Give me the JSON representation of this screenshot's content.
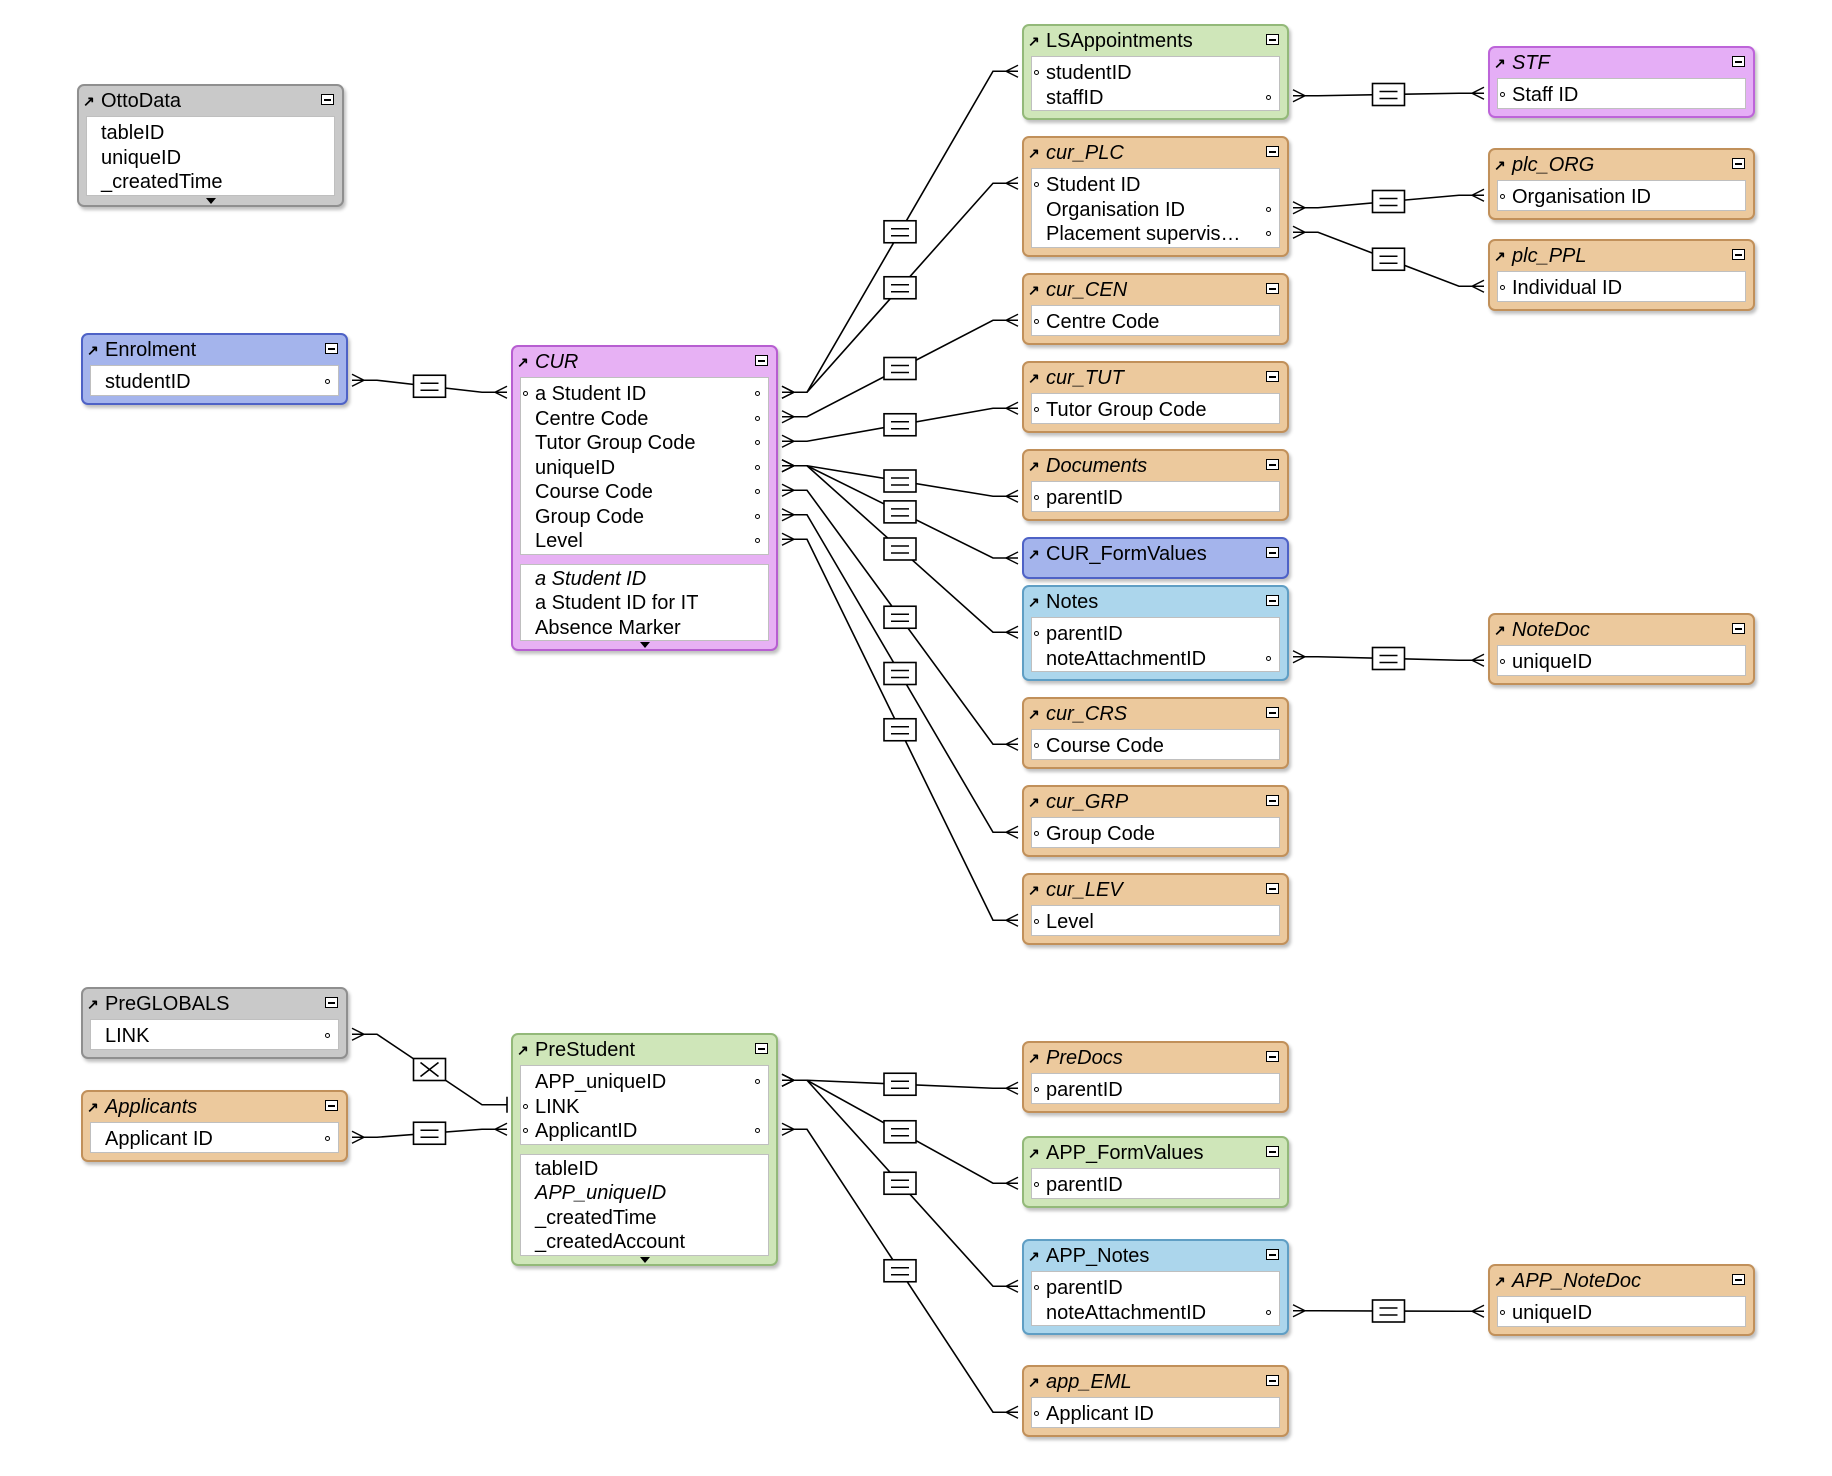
{
  "colors": {
    "gray": {
      "bg": "#c9c9c9",
      "border": "#8f8f8f"
    },
    "blue": {
      "bg": "#a4b4ec",
      "border": "#4e62c6"
    },
    "purple": {
      "bg": "#e7b1f4",
      "border": "#b75ed1"
    },
    "green": {
      "bg": "#cfe6b9",
      "border": "#93b979"
    },
    "tan": {
      "bg": "#ecc99d",
      "border": "#c1905a"
    },
    "skyblue": {
      "bg": "#acd6ec",
      "border": "#5f9ec4"
    },
    "violet": {
      "bg": "#e5aef6",
      "border": "#bd64d9"
    }
  },
  "icons": {
    "table_link": "arrow-northeast-icon",
    "collapse": "collapse-icon",
    "join": "equal-join-icon",
    "cartesian": "cartesian-join-icon",
    "key": "key-dot-icon"
  },
  "tables": [
    {
      "id": "OttoData",
      "name": "OttoData",
      "italic": false,
      "color": "gray",
      "fields": [
        {
          "n": "tableID"
        },
        {
          "n": "uniqueID"
        },
        {
          "n": "_createdTime"
        }
      ],
      "extra": [],
      "more": true
    },
    {
      "id": "Enrolment",
      "name": "Enrolment",
      "italic": false,
      "color": "blue",
      "fields": [
        {
          "n": "studentID",
          "r": true
        }
      ],
      "extra": []
    },
    {
      "id": "CUR",
      "name": "CUR",
      "italic": true,
      "color": "purple",
      "fields": [
        {
          "n": "a Student ID",
          "l": true,
          "r": true
        },
        {
          "n": "Centre Code",
          "r": true
        },
        {
          "n": "Tutor Group Code",
          "r": true
        },
        {
          "n": "uniqueID",
          "r": true
        },
        {
          "n": "Course Code",
          "r": true
        },
        {
          "n": "Group Code",
          "r": true
        },
        {
          "n": "Level",
          "r": true
        }
      ],
      "extra": [
        {
          "n": "a Student ID",
          "it": true
        },
        {
          "n": "a Student ID for IT"
        },
        {
          "n": "Absence Marker"
        }
      ],
      "more": true
    },
    {
      "id": "LSAppointments",
      "name": "LSAppointments",
      "italic": false,
      "color": "green",
      "fields": [
        {
          "n": "studentID",
          "l": true
        },
        {
          "n": "staffID",
          "r": true
        }
      ],
      "extra": []
    },
    {
      "id": "cur_PLC",
      "name": "cur_PLC",
      "italic": true,
      "color": "tan",
      "fields": [
        {
          "n": "Student ID",
          "l": true
        },
        {
          "n": "Organisation ID",
          "r": true
        },
        {
          "n": "Placement supervis…",
          "r": true
        }
      ],
      "extra": []
    },
    {
      "id": "cur_CEN",
      "name": "cur_CEN",
      "italic": true,
      "color": "tan",
      "fields": [
        {
          "n": "Centre Code",
          "l": true
        }
      ],
      "extra": []
    },
    {
      "id": "cur_TUT",
      "name": "cur_TUT",
      "italic": true,
      "color": "tan",
      "fields": [
        {
          "n": "Tutor Group Code",
          "l": true
        }
      ],
      "extra": []
    },
    {
      "id": "Documents",
      "name": "Documents",
      "italic": true,
      "color": "tan",
      "fields": [
        {
          "n": "parentID",
          "l": true
        }
      ],
      "extra": []
    },
    {
      "id": "CUR_FormValues",
      "name": "CUR_FormValues",
      "italic": false,
      "color": "blue",
      "fields": [],
      "extra": []
    },
    {
      "id": "Notes",
      "name": "Notes",
      "italic": false,
      "color": "skyblue",
      "fields": [
        {
          "n": "parentID",
          "l": true
        },
        {
          "n": "noteAttachmentID",
          "r": true
        }
      ],
      "extra": []
    },
    {
      "id": "cur_CRS",
      "name": "cur_CRS",
      "italic": true,
      "color": "tan",
      "fields": [
        {
          "n": "Course Code",
          "l": true
        }
      ],
      "extra": []
    },
    {
      "id": "cur_GRP",
      "name": "cur_GRP",
      "italic": true,
      "color": "tan",
      "fields": [
        {
          "n": "Group Code",
          "l": true
        }
      ],
      "extra": []
    },
    {
      "id": "cur_LEV",
      "name": "cur_LEV",
      "italic": true,
      "color": "tan",
      "fields": [
        {
          "n": "Level",
          "l": true
        }
      ],
      "extra": []
    },
    {
      "id": "STF",
      "name": "STF",
      "italic": true,
      "color": "violet",
      "fields": [
        {
          "n": "Staff ID",
          "l": true
        }
      ],
      "extra": []
    },
    {
      "id": "plc_ORG",
      "name": "plc_ORG",
      "italic": true,
      "color": "tan",
      "fields": [
        {
          "n": "Organisation ID",
          "l": true
        }
      ],
      "extra": []
    },
    {
      "id": "plc_PPL",
      "name": "plc_PPL",
      "italic": true,
      "color": "tan",
      "fields": [
        {
          "n": "Individual ID",
          "l": true
        }
      ],
      "extra": []
    },
    {
      "id": "NoteDoc",
      "name": "NoteDoc",
      "italic": true,
      "color": "tan",
      "fields": [
        {
          "n": "uniqueID",
          "l": true
        }
      ],
      "extra": []
    },
    {
      "id": "PreGLOBALS",
      "name": "PreGLOBALS",
      "italic": false,
      "color": "gray",
      "fields": [
        {
          "n": "LINK",
          "r": true
        }
      ],
      "extra": []
    },
    {
      "id": "Applicants",
      "name": "Applicants",
      "italic": true,
      "color": "tan",
      "fields": [
        {
          "n": "Applicant ID",
          "r": true
        }
      ],
      "extra": []
    },
    {
      "id": "PreStudent",
      "name": "PreStudent",
      "italic": false,
      "color": "green",
      "fields": [
        {
          "n": "APP_uniqueID",
          "r": true
        },
        {
          "n": "LINK",
          "l": true
        },
        {
          "n": "ApplicantID",
          "l": true,
          "r": true
        }
      ],
      "extra": [
        {
          "n": "tableID"
        },
        {
          "n": "APP_uniqueID",
          "it": true
        },
        {
          "n": "_createdTime"
        },
        {
          "n": "_createdAccount"
        }
      ],
      "more": true
    },
    {
      "id": "PreDocs",
      "name": "PreDocs",
      "italic": true,
      "color": "tan",
      "fields": [
        {
          "n": "parentID",
          "l": true
        }
      ],
      "extra": []
    },
    {
      "id": "APP_FormValues",
      "name": "APP_FormValues",
      "italic": false,
      "color": "green",
      "fields": [
        {
          "n": "parentID",
          "l": true
        }
      ],
      "extra": []
    },
    {
      "id": "APP_Notes",
      "name": "APP_Notes",
      "italic": false,
      "color": "skyblue",
      "fields": [
        {
          "n": "parentID",
          "l": true
        },
        {
          "n": "noteAttachmentID",
          "r": true
        }
      ],
      "extra": []
    },
    {
      "id": "APP_NoteDoc",
      "name": "APP_NoteDoc",
      "italic": true,
      "color": "tan",
      "fields": [
        {
          "n": "uniqueID",
          "l": true
        }
      ],
      "extra": []
    },
    {
      "id": "app_EML",
      "name": "app_EML",
      "italic": true,
      "color": "tan",
      "fields": [
        {
          "n": "Applicant ID",
          "l": true
        }
      ],
      "extra": []
    }
  ],
  "relationships": [
    {
      "from": "Enrolment",
      "ff": 0,
      "to": "CUR",
      "tf": 0,
      "op": "="
    },
    {
      "from": "CUR",
      "ff": 0,
      "to": "LSAppointments",
      "tf": 0,
      "op": "="
    },
    {
      "from": "CUR",
      "ff": 0,
      "to": "cur_PLC",
      "tf": 0,
      "op": "="
    },
    {
      "from": "CUR",
      "ff": 1,
      "to": "cur_CEN",
      "tf": 0,
      "op": "="
    },
    {
      "from": "CUR",
      "ff": 2,
      "to": "cur_TUT",
      "tf": 0,
      "op": "="
    },
    {
      "from": "CUR",
      "ff": 3,
      "to": "Documents",
      "tf": 0,
      "op": "="
    },
    {
      "from": "CUR",
      "ff": 3,
      "to": "CUR_FormValues",
      "tf": -1,
      "op": "="
    },
    {
      "from": "CUR",
      "ff": 3,
      "to": "Notes",
      "tf": 0,
      "op": "="
    },
    {
      "from": "CUR",
      "ff": 4,
      "to": "cur_CRS",
      "tf": 0,
      "op": "="
    },
    {
      "from": "CUR",
      "ff": 5,
      "to": "cur_GRP",
      "tf": 0,
      "op": "="
    },
    {
      "from": "CUR",
      "ff": 6,
      "to": "cur_LEV",
      "tf": 0,
      "op": "="
    },
    {
      "from": "LSAppointments",
      "ff": 1,
      "to": "STF",
      "tf": 0,
      "op": "="
    },
    {
      "from": "cur_PLC",
      "ff": 1,
      "to": "plc_ORG",
      "tf": 0,
      "op": "="
    },
    {
      "from": "cur_PLC",
      "ff": 2,
      "to": "plc_PPL",
      "tf": 0,
      "op": "="
    },
    {
      "from": "Notes",
      "ff": 1,
      "to": "NoteDoc",
      "tf": 0,
      "op": "="
    },
    {
      "from": "PreGLOBALS",
      "ff": 0,
      "to": "PreStudent",
      "tf": 1,
      "op": "x"
    },
    {
      "from": "Applicants",
      "ff": 0,
      "to": "PreStudent",
      "tf": 2,
      "op": "="
    },
    {
      "from": "PreStudent",
      "ff": 0,
      "to": "PreDocs",
      "tf": 0,
      "op": "="
    },
    {
      "from": "PreStudent",
      "ff": 0,
      "to": "APP_FormValues",
      "tf": 0,
      "op": "="
    },
    {
      "from": "PreStudent",
      "ff": 0,
      "to": "APP_Notes",
      "tf": 0,
      "op": "="
    },
    {
      "from": "PreStudent",
      "ff": 2,
      "to": "app_EML",
      "tf": 0,
      "op": "="
    },
    {
      "from": "APP_Notes",
      "ff": 1,
      "to": "APP_NoteDoc",
      "tf": 0,
      "op": "="
    }
  ]
}
